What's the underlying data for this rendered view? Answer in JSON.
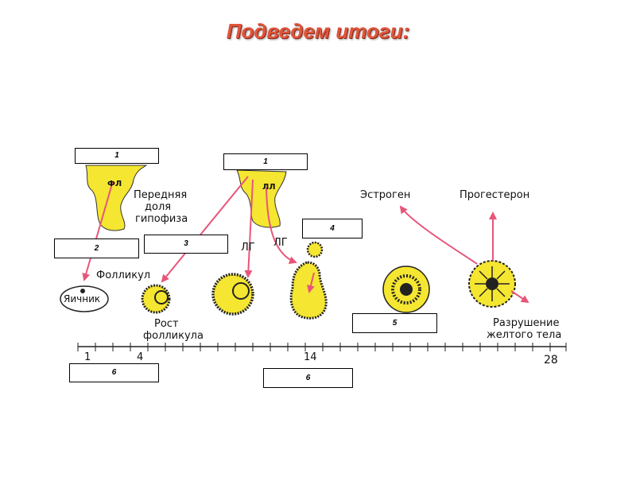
{
  "title": "Подведем итоги:",
  "boxes": {
    "b1_left": "1",
    "b1_right": "1",
    "b2": "2",
    "b3": "3",
    "b4": "4",
    "b5": "5",
    "b6_left": "6",
    "b6_right": "6"
  },
  "labels": {
    "fl": "ФЛ",
    "ll": "ЛЛ",
    "pituitary_l1": "Передняя",
    "pituitary_l2": "доля",
    "pituitary_l3": "гипофиза",
    "lg1": "ЛГ",
    "lg2": "ЛГ",
    "follicle": "Фолликул",
    "ovary": "Яичник",
    "growth_l1": "Рост",
    "growth_l2": "фолликула",
    "estrogen": "Эстроген",
    "progesterone": "Прогестерон",
    "destroy_l1": "Разрушение",
    "destroy_l2": "желтого тела"
  },
  "timeline": {
    "day_1": "1",
    "day_4": "4",
    "day_14": "14",
    "day_28": "28"
  },
  "colors": {
    "title": "#e0553b",
    "arrow": "#e8557a",
    "tissue": "#f5e631"
  }
}
